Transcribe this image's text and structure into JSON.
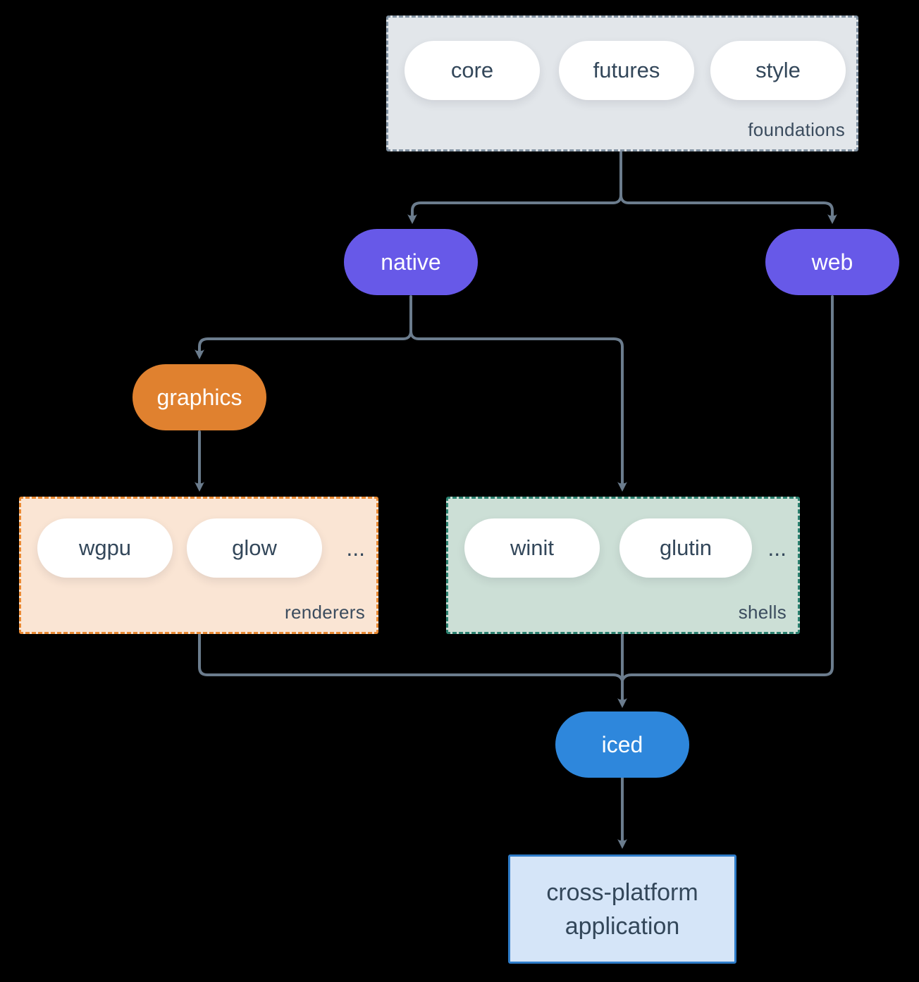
{
  "diagram": {
    "foundations": {
      "label": "foundations",
      "pills": [
        "core",
        "futures",
        "style"
      ]
    },
    "native": {
      "label": "native"
    },
    "web": {
      "label": "web"
    },
    "graphics": {
      "label": "graphics"
    },
    "renderers": {
      "label": "renderers",
      "pills": [
        "wgpu",
        "glow"
      ],
      "more": "..."
    },
    "shells": {
      "label": "shells",
      "pills": [
        "winit",
        "glutin"
      ],
      "more": "..."
    },
    "iced": {
      "label": "iced"
    },
    "application": {
      "label": "cross-platform application"
    }
  },
  "colors": {
    "background": "#000000",
    "connector": "#6b7c8d",
    "foundations_fill": "#e2e6ea",
    "foundations_border": "#8192a2",
    "purple_node": "#6759e8",
    "orange_node": "#e0812f",
    "renderers_fill": "#fae5d4",
    "renderers_border": "#ea8a33",
    "shells_fill": "#ccdfd6",
    "shells_border": "#2b8170",
    "iced_blue": "#2e87dc",
    "application_fill": "#d5e5f8",
    "application_border": "#2e7cc9",
    "text_dark": "#33475a",
    "pill_fill": "#ffffff"
  }
}
